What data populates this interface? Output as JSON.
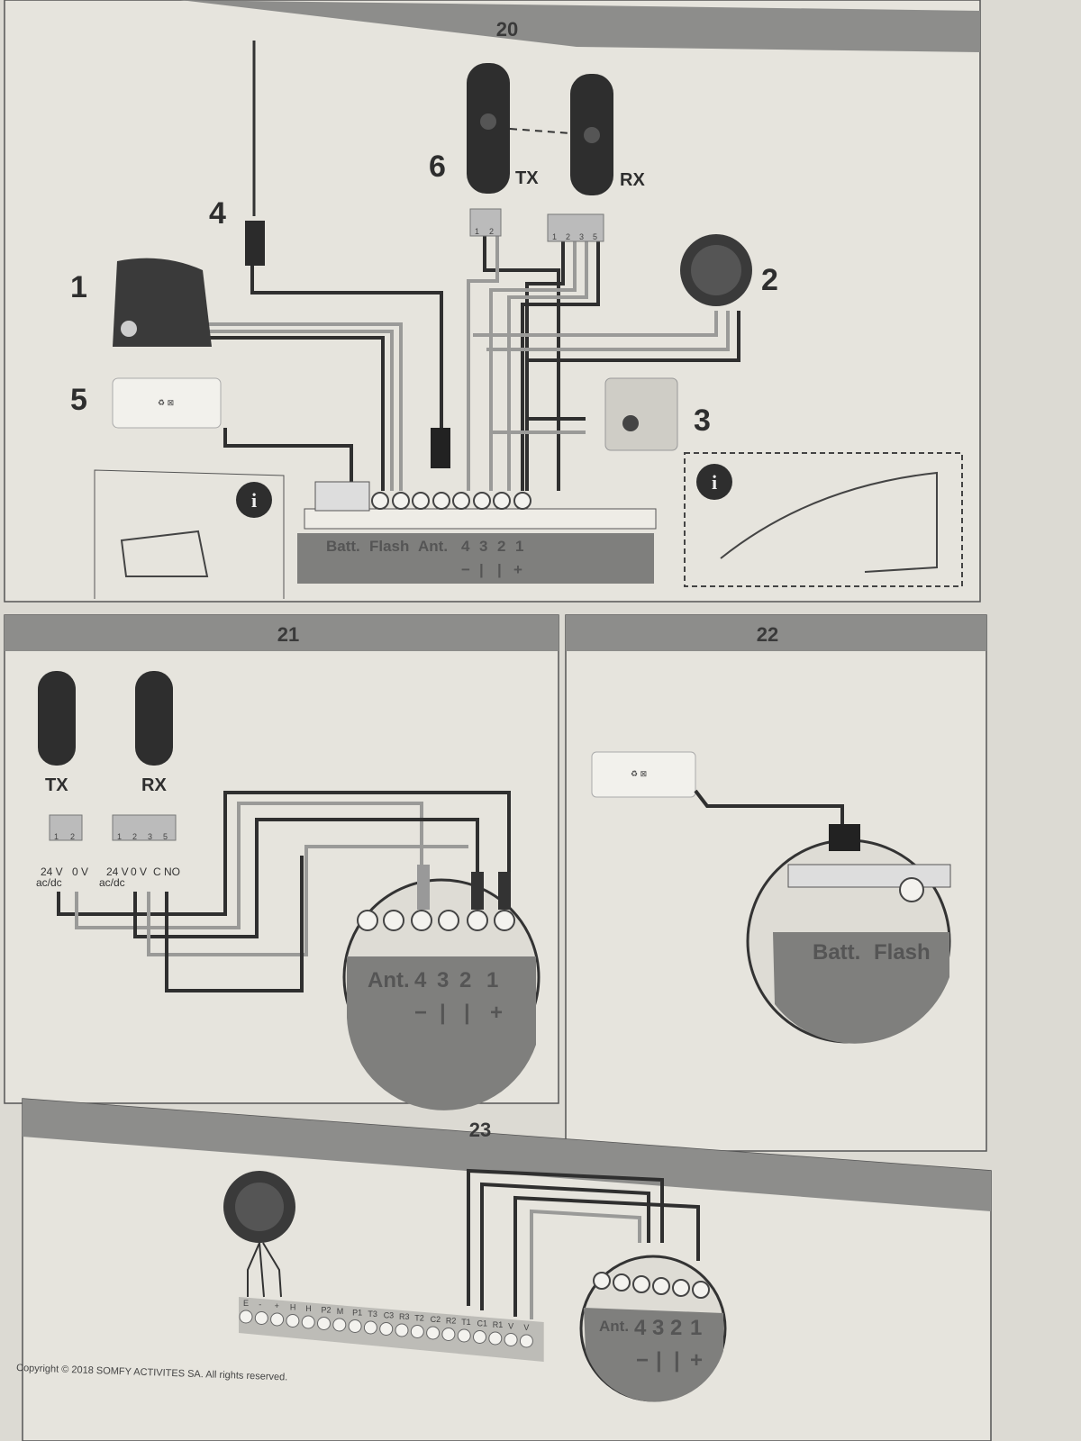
{
  "panels": {
    "p20": {
      "number": "20",
      "callouts": [
        "1",
        "2",
        "3",
        "4",
        "5",
        "6"
      ],
      "tx_label": "TX",
      "rx_label": "RX",
      "tx_pins": [
        "1",
        "2"
      ],
      "rx_pins": [
        "1",
        "2",
        "3",
        "5"
      ],
      "info_icon": "i",
      "terminal_labels": {
        "batt": "Batt.",
        "flash": "Flash",
        "ant": "Ant.",
        "t4": "4",
        "t3": "3",
        "t2": "2",
        "t1": "1"
      },
      "terminal_symbols": {
        "t4": "−",
        "t3": "|",
        "t2": "|",
        "t1": "+"
      }
    },
    "p21": {
      "number": "21",
      "tx_label": "TX",
      "rx_label": "RX",
      "tx_pins": [
        "1",
        "2"
      ],
      "rx_pins": [
        "1",
        "2",
        "3",
        "5"
      ],
      "tx_voltage": [
        "24 V",
        "0 V"
      ],
      "tx_acdc": "ac/dc",
      "rx_voltage": [
        "24 V",
        "0 V",
        "C",
        "NO"
      ],
      "rx_acdc": "ac/dc",
      "terminal_labels": {
        "ant": "Ant.",
        "t4": "4",
        "t3": "3",
        "t2": "2",
        "t1": "1"
      },
      "terminal_symbols": {
        "t4": "−",
        "t3": "|",
        "t2": "|",
        "t1": "+"
      }
    },
    "p22": {
      "number": "22",
      "terminal_labels": {
        "batt": "Batt.",
        "flash": "Flash"
      }
    },
    "p23": {
      "number": "23",
      "keypad_terminals": [
        "E",
        "-",
        "+",
        "H",
        "H",
        "P2",
        "M",
        "P1",
        "T3",
        "C3",
        "R3",
        "T2",
        "C2",
        "R2",
        "T1",
        "C1",
        "R1",
        "V",
        "V"
      ],
      "terminal_labels": {
        "ant": "Ant.",
        "t4": "4",
        "t3": "3",
        "t2": "2",
        "t1": "1"
      },
      "terminal_symbols": {
        "t4": "−",
        "t3": "|",
        "t2": "|",
        "t1": "+"
      }
    }
  },
  "footer": {
    "copyright": "Copyright © 2018 SOMFY ACTIVITES SA. All rights reserved."
  }
}
